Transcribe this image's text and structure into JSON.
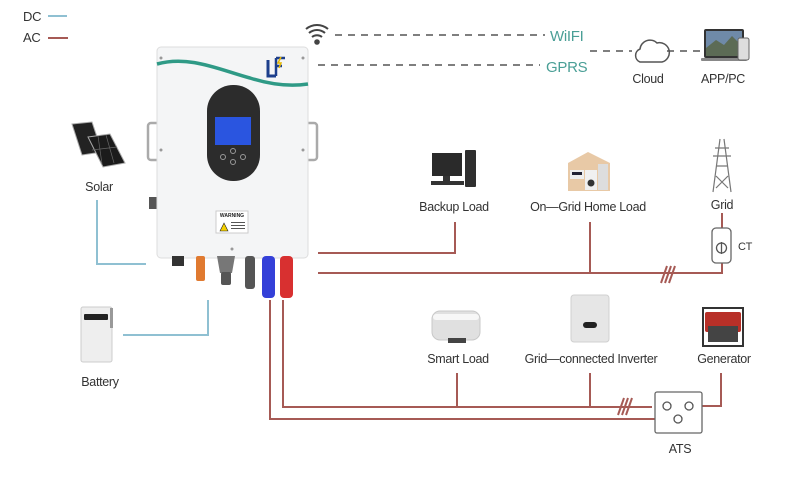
{
  "legend": {
    "dc": "DC",
    "ac": "AC",
    "dc_color": "#8fc0d2",
    "ac_color": "#a65a55"
  },
  "communication": {
    "wifi": "WiIFI",
    "gprs": "GPRS",
    "cloud": "Cloud",
    "app_pc": "APP/PC",
    "label_color": "#4a9f96"
  },
  "inverter": {
    "warning": "WARNING"
  },
  "components": {
    "solar": "Solar",
    "battery": "Battery",
    "backup_load": "Backup Load",
    "on_grid_home_load": "On—Grid Home Load",
    "grid": "Grid",
    "ct": "CT",
    "smart_load": "Smart Load",
    "grid_connected_inverter": "Grid—connected Inverter",
    "generator": "Generator",
    "ats": "ATS"
  }
}
